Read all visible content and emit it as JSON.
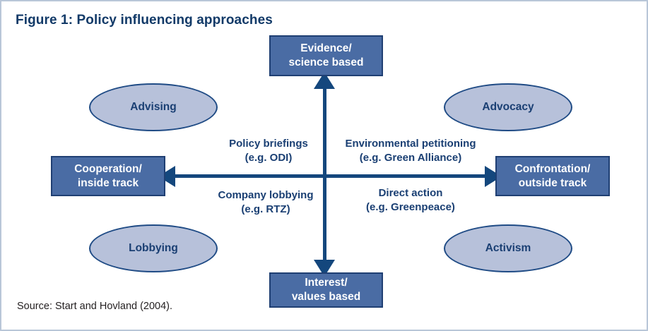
{
  "figure": {
    "title": "Figure 1: Policy influencing approaches",
    "source": "Source: Start and Hovland (2004)."
  },
  "axes": {
    "vertical": {
      "top_label_line1": "Evidence/",
      "top_label_line2": "science based",
      "bottom_label_line1": "Interest/",
      "bottom_label_line2": "values based"
    },
    "horizontal": {
      "left_label_line1": "Cooperation/",
      "left_label_line2": "inside track",
      "right_label_line1": "Confrontation/",
      "right_label_line2": "outside track"
    }
  },
  "approaches": [
    {
      "id": "advising",
      "label": "Advising",
      "position": "top-left"
    },
    {
      "id": "advocacy",
      "label": "Advocacy",
      "position": "top-right"
    },
    {
      "id": "lobbying",
      "label": "Lobbying",
      "position": "bottom-left"
    },
    {
      "id": "activism",
      "label": "Activism",
      "position": "bottom-right"
    }
  ],
  "quadrants": [
    {
      "id": "policy-briefings",
      "line1": "Policy briefings",
      "line2": "(e.g. ODI)",
      "position": "top-left"
    },
    {
      "id": "environmental-petitioning",
      "line1": "Environmental petitioning",
      "line2": "(e.g. Green Alliance)",
      "position": "top-right"
    },
    {
      "id": "company-lobbying",
      "line1": "Company lobbying",
      "line2": "(e.g. RTZ)",
      "position": "bottom-left"
    },
    {
      "id": "direct-action",
      "line1": "Direct action",
      "line2": "(e.g. Greenpeace)",
      "position": "bottom-right"
    }
  ],
  "colors": {
    "frame_border": "#b9c6d8",
    "title_text": "#123a68",
    "axis_line": "#14477d",
    "box_fill": "#4a6ca4",
    "box_border": "#1f3f73",
    "box_text": "#ffffff",
    "ellipse_fill": "#b7c1da",
    "ellipse_border": "#1f4b85",
    "ellipse_text": "#1a3f73",
    "quadrant_text": "#1a3f73",
    "source_text": "#231f20"
  }
}
